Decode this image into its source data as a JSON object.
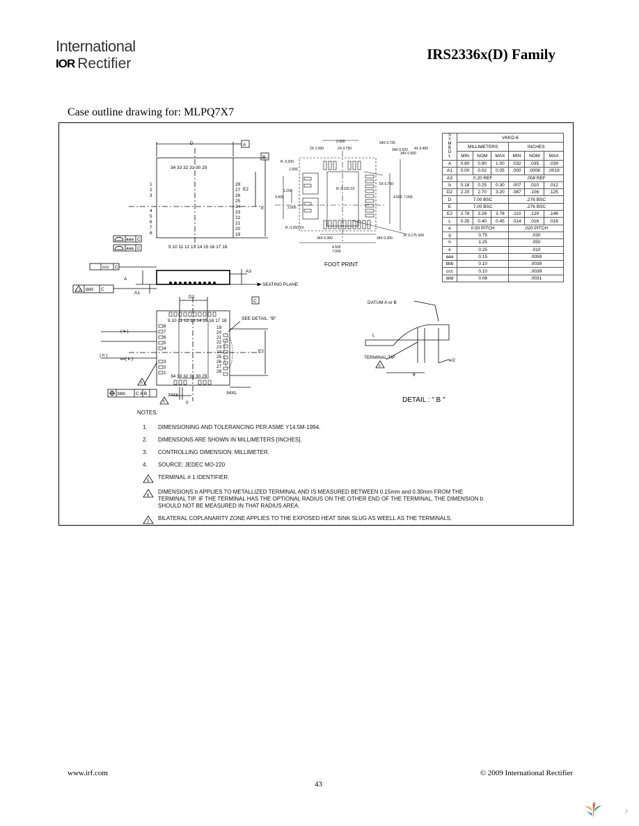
{
  "header": {
    "logo_line1": "International",
    "logo_mark": "IOR",
    "logo_line2": "Rectifier",
    "title": "IRS2336x(D) Family"
  },
  "section_title": "Case outline drawing for: MLPQ7X7",
  "drawing": {
    "top_view": {
      "dim_d": "D",
      "datum_a": "A",
      "datum_b": "B",
      "dim_e2": "E2",
      "dim_e": "E",
      "top_pin_nums": "34 33 32   31 30 29",
      "bottom_pin_nums": "9 10 11 12 13 14 15 16 17 18",
      "left_pins_top": [
        "1",
        "2",
        "3"
      ],
      "left_pins_bottom": [
        "4",
        "5",
        "6",
        "7",
        "8"
      ],
      "right_pins": [
        "28",
        "27",
        "26",
        "25",
        "24",
        "23",
        "22",
        "21",
        "20",
        "19"
      ],
      "tol_aaa_1": "aaa",
      "tol_aaa_2": "aaa",
      "tol_c": "C"
    },
    "side_view": {
      "ccc": "ccc",
      "ddd": "ddd",
      "c": "C",
      "a": "A",
      "a1": "A1",
      "a3": "A3",
      "seating_plane": "SEATING PLANE",
      "note7": "7"
    },
    "bottom_view": {
      "d2": "D2",
      "top_nums": "9 10 11 12 13 14 15 16 17 18",
      "left_top": [
        "8",
        "7",
        "6",
        "5",
        "4"
      ],
      "left_bottom": [
        "3",
        "2",
        "1"
      ],
      "right_nums": [
        "19",
        "20",
        "21",
        "22",
        "23",
        "24",
        "25",
        "26",
        "27",
        "28"
      ],
      "bottom_nums": "34 33 32   31 30 29",
      "see_detail": "SEE DETAIL: \"B\"",
      "e2": "E2",
      "e": "( e )",
      "h": "( h )",
      "exk": "ex( k )",
      "bbb": "bbb",
      "tol_cab": "C A B",
      "xb": "34Xb",
      "xl": "34XL",
      "dim_0": "0",
      "note5": "5",
      "note6": "6"
    },
    "footprint": {
      "label": "FOOT PRINT",
      "dims_top": [
        "2.900",
        "2X 1.000",
        "2X 0.750",
        "34X 0.725",
        "34X 0.620",
        "34X 0.500",
        "4X 0.450"
      ],
      "r_0200": "R. 0.200",
      "r_0150": "R. 0.150 2X",
      "r_0250": "R. 0.250 2X",
      "r_0175": "R. 0.175 34X",
      "left_dims": [
        "1.000",
        "1.250",
        "3.400",
        "2.000"
      ],
      "right_dims": [
        "5X 0.750",
        "4.500",
        "7.000"
      ],
      "bottom_dims": [
        "34X 0.300",
        "34X 0.300",
        "4.500",
        "7.000"
      ]
    },
    "detail_b": {
      "datum": "DATUM A or B",
      "terminal_tip": "TERMINAL TIP",
      "l": "L",
      "e_half": "e/2",
      "theta": "θ",
      "title": "DETAIL : \" B \"",
      "note6": "6"
    }
  },
  "dim_table": {
    "symbol_header": "SYMBOL",
    "code": "VKKD-6",
    "mm_header": "MILLIMETERS",
    "in_header": "INCHES",
    "subheaders": [
      "MIN",
      "NOM",
      "MAX",
      "MIN",
      "NOM",
      "MAX"
    ],
    "rows": [
      {
        "sym": "A",
        "vals": [
          "0.80",
          "0.90",
          "1.00",
          ".032",
          ".035",
          ".039"
        ]
      },
      {
        "sym": "A1",
        "vals": [
          "0.00",
          "0.02",
          "0.05",
          ".000",
          ".0008",
          ".0019"
        ]
      },
      {
        "sym": "A3",
        "mm": "0.20 REF",
        "in": ".008 REF"
      },
      {
        "sym": "b",
        "vals": [
          "0.18",
          "0.25",
          "0.30",
          ".007",
          ".010",
          ".012"
        ]
      },
      {
        "sym": "D2",
        "vals": [
          "2.20",
          "2.70",
          "3.20",
          ".087",
          ".106",
          ".125"
        ]
      },
      {
        "sym": "D",
        "mm": "7.00 BSC",
        "in": ".276 BSC"
      },
      {
        "sym": "E",
        "mm": "7.00 BSC",
        "in": ".276 BSC"
      },
      {
        "sym": "E2",
        "vals": [
          "2.78",
          "3.28",
          "3.78",
          ".110",
          ".129",
          ".148"
        ]
      },
      {
        "sym": "L",
        "vals": [
          "0.35",
          "0.40",
          "0.45",
          ".014",
          ".016",
          ".018"
        ]
      },
      {
        "sym": "e",
        "mm": "0.50 PITCH",
        "in": ".020 PITCH"
      },
      {
        "sym": "g",
        "mm": "0.75",
        "in": ".030"
      },
      {
        "sym": "h",
        "mm": "1.25",
        "in": ".050"
      },
      {
        "sym": "k",
        "mm": "0.25",
        "in": ".010"
      },
      {
        "sym": "aaa",
        "mm": "0.15",
        "in": ".0059"
      },
      {
        "sym": "bbb",
        "mm": "0.10",
        "in": ".0039"
      },
      {
        "sym": "ccc",
        "mm": "0.10",
        "in": ".0039"
      },
      {
        "sym": "ddd",
        "mm": "0.08",
        "in": ".0031"
      }
    ]
  },
  "notes": {
    "title": "NOTES:",
    "items": [
      {
        "num": "1.",
        "text": "DIMENSIONING AND TOLERANCING PER ASME Y14.5M-1994."
      },
      {
        "num": "2.",
        "text": "DIMENSIONS ARE SHOWN IN MILLIMETERS [INCHES]."
      },
      {
        "num": "3.",
        "text": "CONTROLLING DIMENSION: MILLIMETER."
      },
      {
        "num": "4.",
        "text": "SOURCE: JEDEC MO-220"
      },
      {
        "num": "5",
        "text": "TERMINAL # 1 IDENTIFIER."
      },
      {
        "num": "6",
        "text": "DIMENSIONS b APPLIES TO METALLIZED TERMINAL AND IS MEASURED BETWEEN 0.15mm and 0.30mm FROM THE TERMINAL TIP. IF THE TERMINAL HAS THE OPTIONAL RADIUS ON THE OTHER END OF THE TERMINAL, THE DIMENSION b SHOULD NOT BE MEASURED IN THAT RADIUS AREA."
      },
      {
        "num": "7",
        "text": "BILATERAL COPLANARITY ZONE APPLIES TO THE EXPOSED HEAT SINK SLUG AS WEELL AS THE TERMINALS."
      }
    ]
  },
  "footer": {
    "website": "www.irf.com",
    "copyright": "© 2009 International Rectifier",
    "page": "43"
  },
  "nav": {
    "next": "›"
  }
}
